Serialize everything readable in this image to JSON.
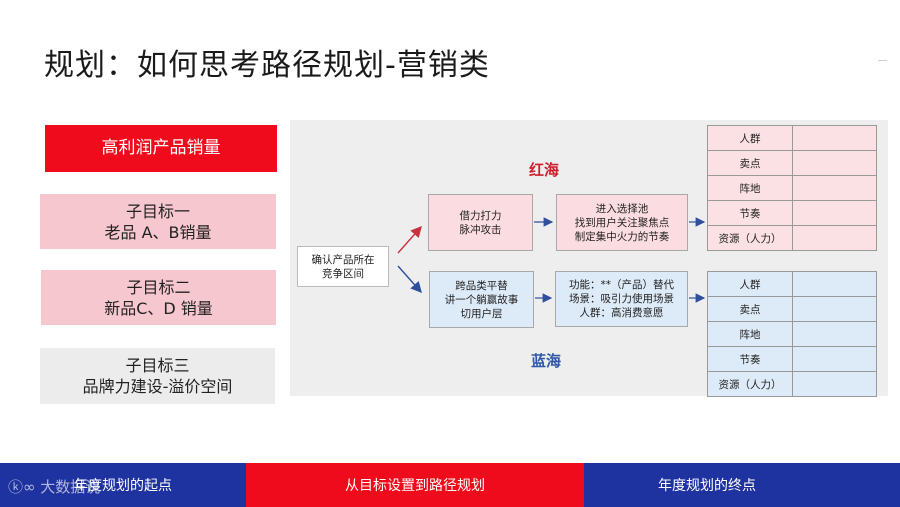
{
  "title": "规划：如何思考路径规划-营销类",
  "goals": {
    "main": "高利润产品销量",
    "sub1": "子目标一\n老品 A、B销量",
    "sub2": "子目标二\n新品C、D 销量",
    "sub3": "子目标三\n品牌力建设-溢价空间"
  },
  "flow": {
    "start": "确认产品所在\n竞争区间",
    "red_sea_label": "红海",
    "blue_sea_label": "蓝海",
    "red_step1": "借力打力\n脉冲攻击",
    "red_step2": "进入选择池\n找到用户关注聚焦点\n制定集中火力的节奏",
    "blue_step1": "跨品类平替\n讲一个躺赢故事\n切用户层",
    "blue_step2": "功能：**（产品）替代\n场景：吸引力使用场景\n人群：高消费意愿"
  },
  "red_table": {
    "rows": [
      "人群",
      "卖点",
      "阵地",
      "节奏",
      "资源（人力）"
    ]
  },
  "blue_table": {
    "rows": [
      "人群",
      "卖点",
      "阵地",
      "节奏",
      "资源（人力）"
    ]
  },
  "footer": {
    "seg1": "年度规划的起点",
    "seg2": "从目标设置到路径规划",
    "seg3": "年度规划的终点",
    "watermark": "大数据说"
  },
  "colors": {
    "accent_red": "#ef0b1b",
    "accent_blue": "#1f33a0",
    "pink": "#f7c7cf",
    "light_blue": "#ddeaf7"
  }
}
